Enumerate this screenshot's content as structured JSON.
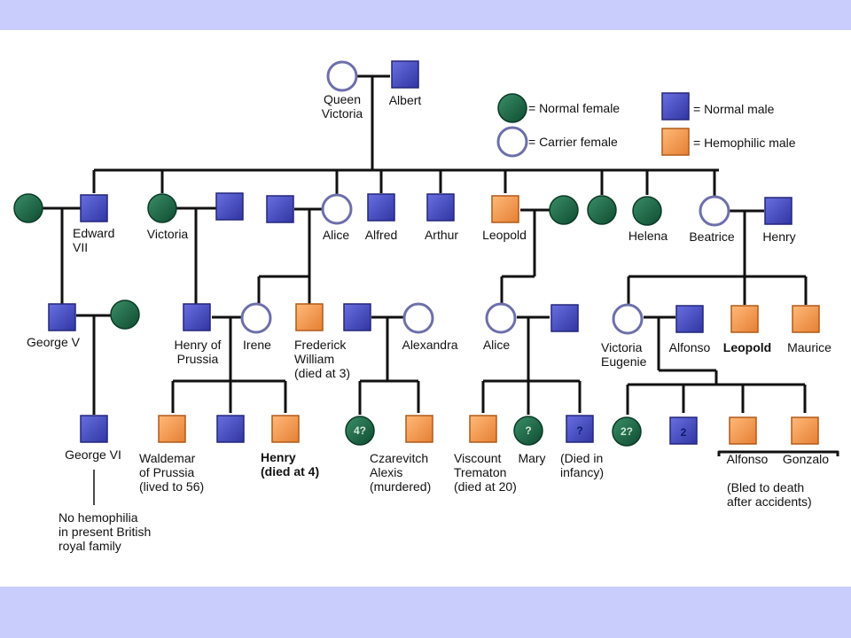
{
  "colors": {
    "normal_female": "#1f6b4a",
    "carrier_female": "#ffffff",
    "normal_male": "#4b4fc4",
    "hemophilic_male": "#f49a52",
    "line": "#111111",
    "band": "#c8cdfb"
  },
  "legend": {
    "normal_female": "= Normal female",
    "carrier_female": "= Carrier female",
    "normal_male": "= Normal male",
    "hemophilic_male": "= Hemophilic male"
  },
  "people": {
    "queen_victoria": [
      "Queen",
      "Victoria"
    ],
    "albert": "Albert",
    "edward_vii": [
      "Edward",
      "VII"
    ],
    "victoria": "Victoria",
    "alice": "Alice",
    "alfred": "Alfred",
    "arthur": "Arthur",
    "leopold": "Leopold",
    "helena": "Helena",
    "beatrice": "Beatrice",
    "henry": "Henry",
    "george_v": "George V",
    "henry_of_prussia": [
      "Henry of",
      "Prussia"
    ],
    "irene": "Irene",
    "frederick_william": [
      "Frederick",
      "William",
      "(died at 3)"
    ],
    "alexandra": "Alexandra",
    "alice_2": "Alice",
    "victoria_eugenie": [
      "Victoria",
      "Eugenie"
    ],
    "alfonso": "Alfonso",
    "leopold_2": "Leopold",
    "maurice": "Maurice",
    "george_vi": "George VI",
    "no_hemophilia_note": [
      "No hemophilia",
      "in present British",
      "royal family"
    ],
    "waldemar": [
      "Waldemar",
      "of Prussia",
      "(lived to 56)"
    ],
    "henry_2": [
      "Henry",
      "(died at 4)"
    ],
    "czarevitch_alexis": [
      "Czarevitch",
      "Alexis",
      "(murdered)"
    ],
    "viscount_trematon": [
      "Viscount",
      "Trematon",
      "(died at 20)"
    ],
    "mary": "Mary",
    "died_in_infancy": [
      "(Died in",
      "infancy)"
    ],
    "alfonso_2": "Alfonso",
    "gonzalo": "Gonzalo",
    "bled_note": [
      "(Bled to death",
      "after accidents)"
    ]
  },
  "symbol_marks": {
    "unknown_female_1": "4?",
    "mary": "?",
    "infant_male": "?",
    "unknown_female_2": "2?",
    "two_males": "2"
  }
}
